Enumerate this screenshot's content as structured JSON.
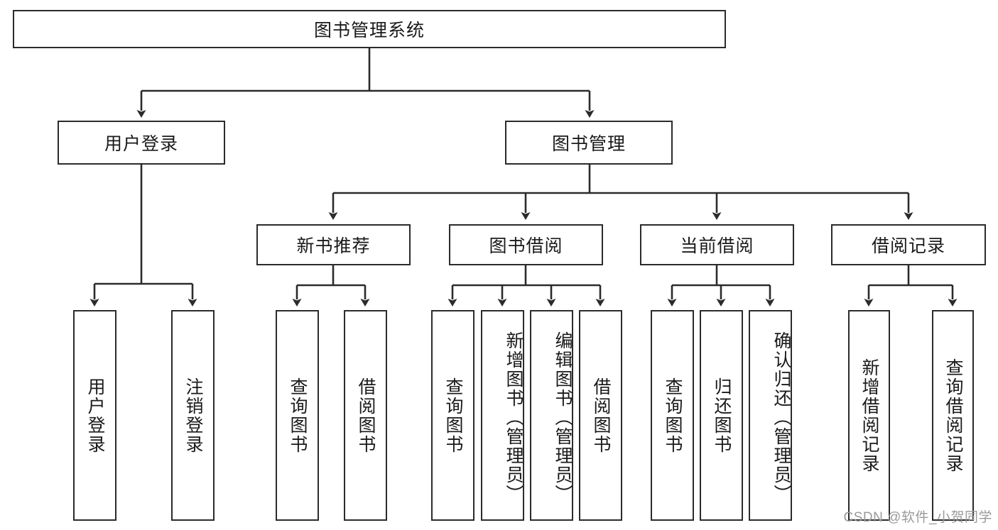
{
  "diagram": {
    "title": "图书管理系统",
    "type": "hierarchy-tree",
    "root": {
      "id": "root",
      "label": "图书管理系统"
    },
    "level2": [
      {
        "id": "user-login",
        "label": "用户登录"
      },
      {
        "id": "book-manage",
        "label": "图书管理"
      }
    ],
    "level3": [
      {
        "id": "new-book-rec",
        "label": "新书推荐",
        "parent": "book-manage"
      },
      {
        "id": "book-borrow",
        "label": "图书借阅",
        "parent": "book-manage"
      },
      {
        "id": "current-borrow",
        "label": "当前借阅",
        "parent": "book-manage"
      },
      {
        "id": "borrow-record",
        "label": "借阅记录",
        "parent": "book-manage"
      }
    ],
    "leaves": [
      {
        "id": "leaf-user-login",
        "label": "用户登录",
        "parent": "user-login"
      },
      {
        "id": "leaf-logout",
        "label": "注销登录",
        "parent": "user-login"
      },
      {
        "id": "leaf-query-book-1",
        "label": "查询图书",
        "parent": "new-book-rec"
      },
      {
        "id": "leaf-borrow-book-1",
        "label": "借阅图书",
        "parent": "new-book-rec"
      },
      {
        "id": "leaf-query-book-2",
        "label": "查询图书",
        "parent": "book-borrow"
      },
      {
        "id": "leaf-add-book",
        "label": "新增图书（管理员）",
        "parent": "book-borrow"
      },
      {
        "id": "leaf-edit-book",
        "label": "编辑图书（管理员）",
        "parent": "book-borrow"
      },
      {
        "id": "leaf-borrow-book-2",
        "label": "借阅图书",
        "parent": "book-borrow"
      },
      {
        "id": "leaf-query-book-3",
        "label": "查询图书",
        "parent": "current-borrow"
      },
      {
        "id": "leaf-return-book",
        "label": "归还图书",
        "parent": "current-borrow"
      },
      {
        "id": "leaf-confirm-return",
        "label": "确认归还（管理员）",
        "parent": "current-borrow"
      },
      {
        "id": "leaf-add-record",
        "label": "新增借阅记录",
        "parent": "borrow-record"
      },
      {
        "id": "leaf-query-record",
        "label": "查询借阅记录",
        "parent": "borrow-record"
      }
    ],
    "colors": {
      "stroke": "#2b2b2b",
      "fill": "#ffffff",
      "text": "#1a1a1a",
      "watermark": "#9a9a9a"
    }
  },
  "watermark": {
    "text": "CSDN @软件_小贺同学"
  }
}
